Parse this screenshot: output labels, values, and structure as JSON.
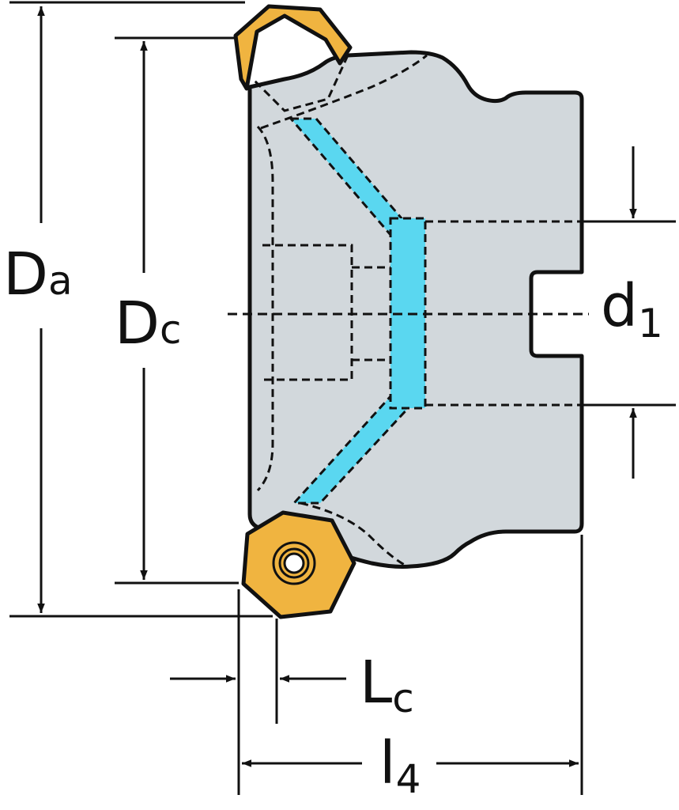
{
  "colors": {
    "body_fill": "#d2d8dc",
    "outline": "#111111",
    "insert_fill": "#f0b440",
    "coolant_fill": "#5ad7f0",
    "background": "#ffffff"
  },
  "dimensions": {
    "da": {
      "main": "D",
      "sub": "a"
    },
    "dc": {
      "main": "D",
      "sub": "c"
    },
    "d1": {
      "main": "d",
      "sub": "1"
    },
    "lc": {
      "main": "L",
      "sub": "c"
    },
    "l4": {
      "main": "l",
      "sub": "4"
    }
  }
}
